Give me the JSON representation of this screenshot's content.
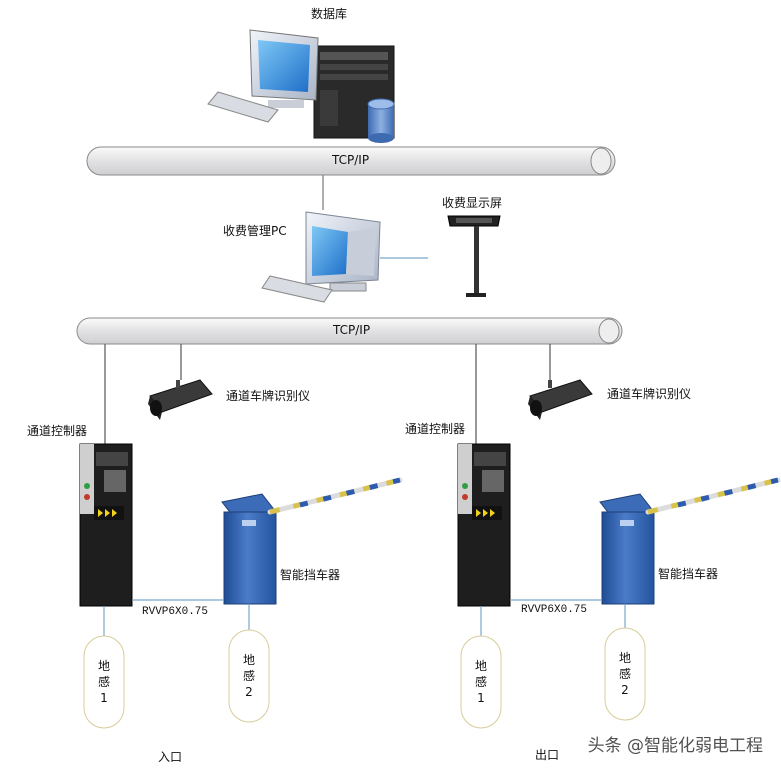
{
  "labels": {
    "database": "数据库",
    "bus_top": "TCP/IP",
    "bus_bottom": "TCP/IP",
    "toll_pc": "收费管理PC",
    "toll_display": "收费显示屏",
    "lpr_left": "通道车牌识别仪",
    "lpr_right": "通道车牌识别仪",
    "controller_left": "通道控制器",
    "controller_right": "通道控制器",
    "barrier_left": "智能挡车器",
    "barrier_right": "智能挡车器",
    "cable_left": "RVVP6X0.75",
    "cable_right": "RVVP6X0.75",
    "entrance": "入口",
    "exit": "出口"
  },
  "loops": {
    "left_1": [
      "地",
      "感",
      "1"
    ],
    "left_2": [
      "地",
      "感",
      "2"
    ],
    "right_1": [
      "地",
      "感",
      "1"
    ],
    "right_2": [
      "地",
      "感",
      "2"
    ]
  },
  "watermark": "头条 @智能化弱电工程",
  "colors": {
    "bus_fill": "#e9e9ea",
    "bus_stroke": "#8a8a8a",
    "link": "#6fa3c7",
    "barrier_blue": "#2f5fa8",
    "controller_dark": "#1e1e1e"
  }
}
